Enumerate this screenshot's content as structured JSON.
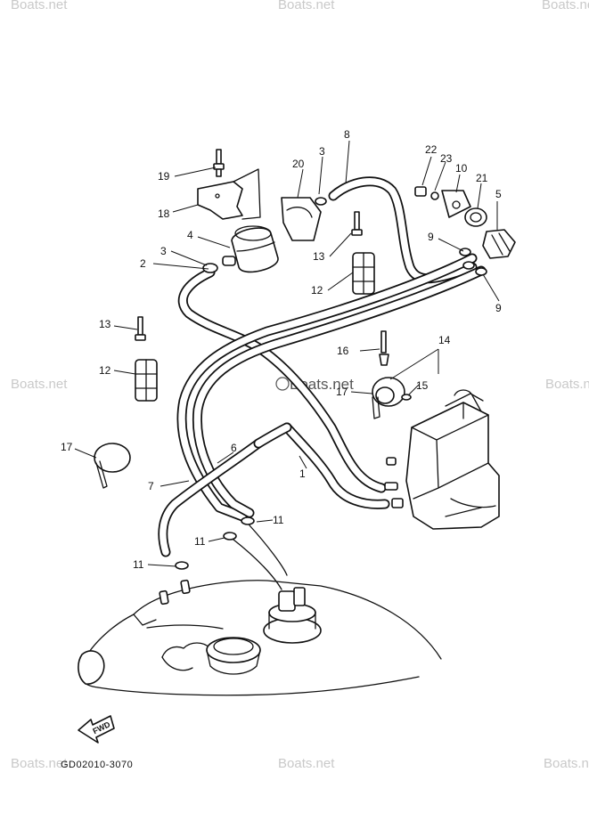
{
  "diagram_code": "GD02010-3070",
  "fwd_label": "FWD",
  "watermarks": {
    "center": "Boats.net",
    "repeat": "Boats.net"
  },
  "callouts": [
    "1",
    "2",
    "3",
    "3",
    "4",
    "5",
    "6",
    "7",
    "8",
    "9",
    "9",
    "10",
    "11",
    "11",
    "11",
    "12",
    "12",
    "13",
    "13",
    "14",
    "15",
    "16",
    "17",
    "17",
    "18",
    "19",
    "20",
    "21",
    "22",
    "23"
  ]
}
